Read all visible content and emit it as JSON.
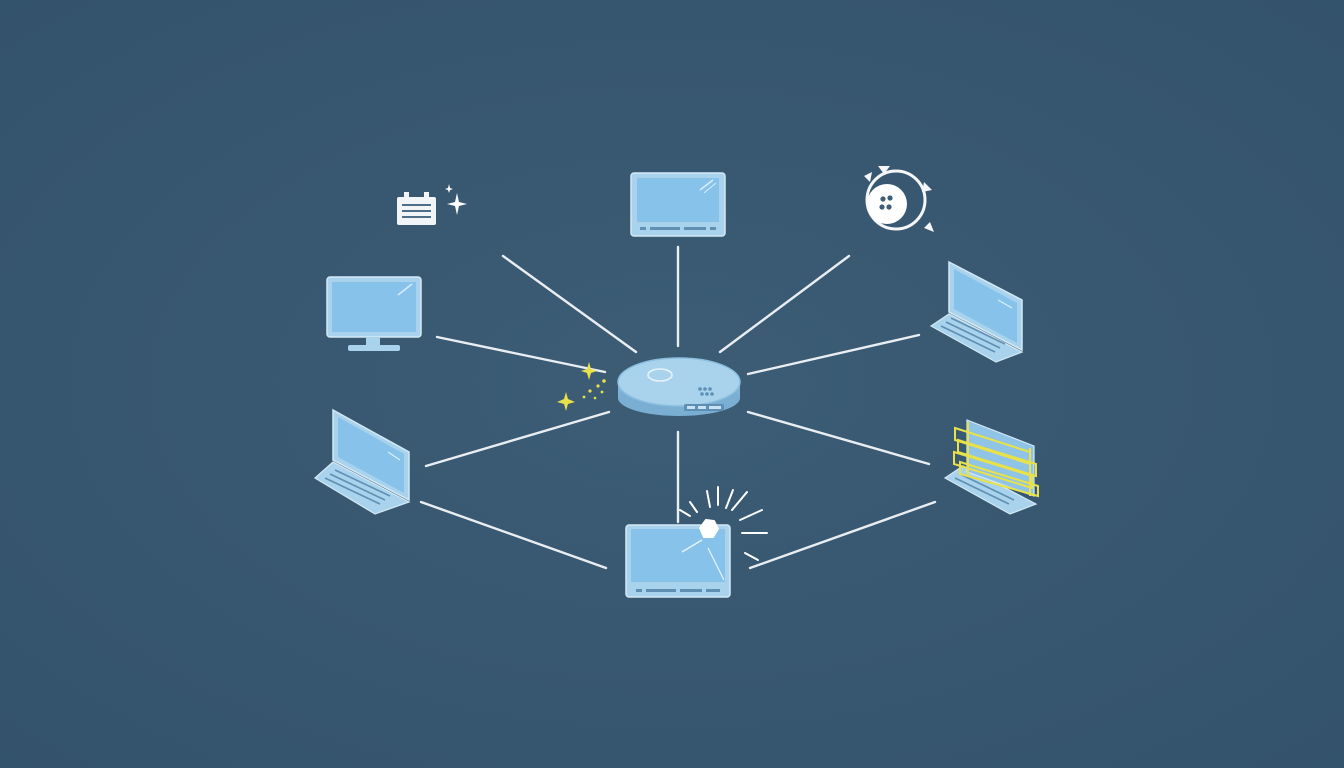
{
  "diagram": {
    "type": "network-star-topology",
    "colors": {
      "background": "#385871",
      "device_fill": "#8fc4e6",
      "device_body": "#a9d2ec",
      "device_edge": "#6fa6c9",
      "link": "#e9eef2",
      "highlight_yellow": "#e8e14a",
      "spark_white": "#ffffff"
    },
    "hub": {
      "icon": "router-hub-icon"
    },
    "nodes": [
      {
        "id": "monitor-top",
        "icon": "monitor-icon"
      },
      {
        "id": "monitor-left",
        "icon": "desktop-monitor-icon"
      },
      {
        "id": "laptop-left",
        "icon": "laptop-icon"
      },
      {
        "id": "laptop-right-top",
        "icon": "laptop-icon"
      },
      {
        "id": "laptop-right-bottom",
        "icon": "laptop-icon",
        "highlight": "yellow-glitch"
      },
      {
        "id": "monitor-bottom",
        "icon": "monitor-icon",
        "highlight": "spark-burst"
      }
    ],
    "decorations": [
      {
        "icon": "calendar-sparkle-icon"
      },
      {
        "icon": "sync-cycle-icon"
      },
      {
        "icon": "sparkle-icon"
      }
    ]
  }
}
